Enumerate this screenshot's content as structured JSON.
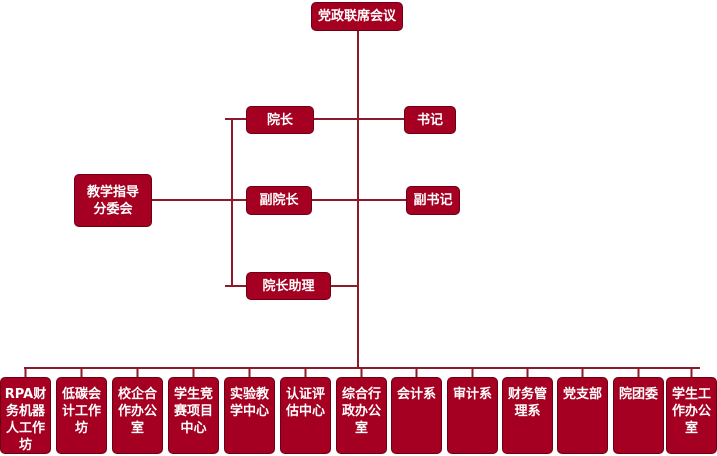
{
  "colors": {
    "box_fill": "#a50021",
    "box_border": "#6e0015",
    "connector": "#8b1a2b",
    "text": "#ffffff"
  },
  "top": {
    "council": "党政联席会议"
  },
  "leadership": {
    "president": "院长",
    "secretary": "书记",
    "vice_president": "副院长",
    "deputy_secretary": "副书记",
    "assistant_president": "院长助理",
    "teaching_committee": "教学指导分委会"
  },
  "units": [
    "RPA财务机器人工作坊",
    "低碳会计工作坊",
    "校企合作办公室",
    "学生竞赛项目中心",
    "实验教学中心",
    "认证评估中心",
    "综合行政办公室",
    "会计系",
    "审计系",
    "财务管理系",
    "党支部",
    "院团委",
    "学生工作办公室"
  ]
}
